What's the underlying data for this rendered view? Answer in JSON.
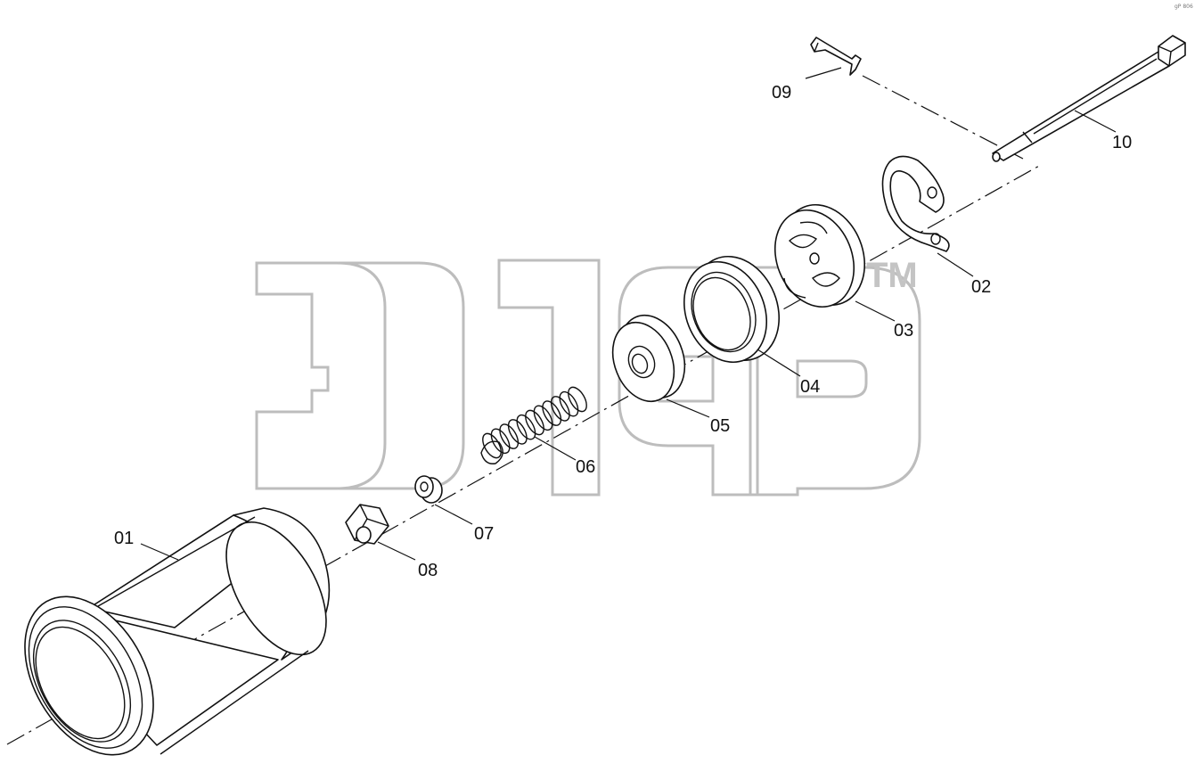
{
  "watermark": {
    "mark": "TM"
  },
  "corner_mark": "gP 806",
  "parts": [
    {
      "id": "01",
      "label": "01"
    },
    {
      "id": "02",
      "label": "02"
    },
    {
      "id": "03",
      "label": "03"
    },
    {
      "id": "04",
      "label": "04"
    },
    {
      "id": "05",
      "label": "05"
    },
    {
      "id": "06",
      "label": "06"
    },
    {
      "id": "07",
      "label": "07"
    },
    {
      "id": "08",
      "label": "08"
    },
    {
      "id": "09",
      "label": "09"
    },
    {
      "id": "10",
      "label": "10"
    }
  ],
  "colors": {
    "line": "#111111",
    "watermark": "#bdbdbd",
    "background": "#ffffff"
  }
}
